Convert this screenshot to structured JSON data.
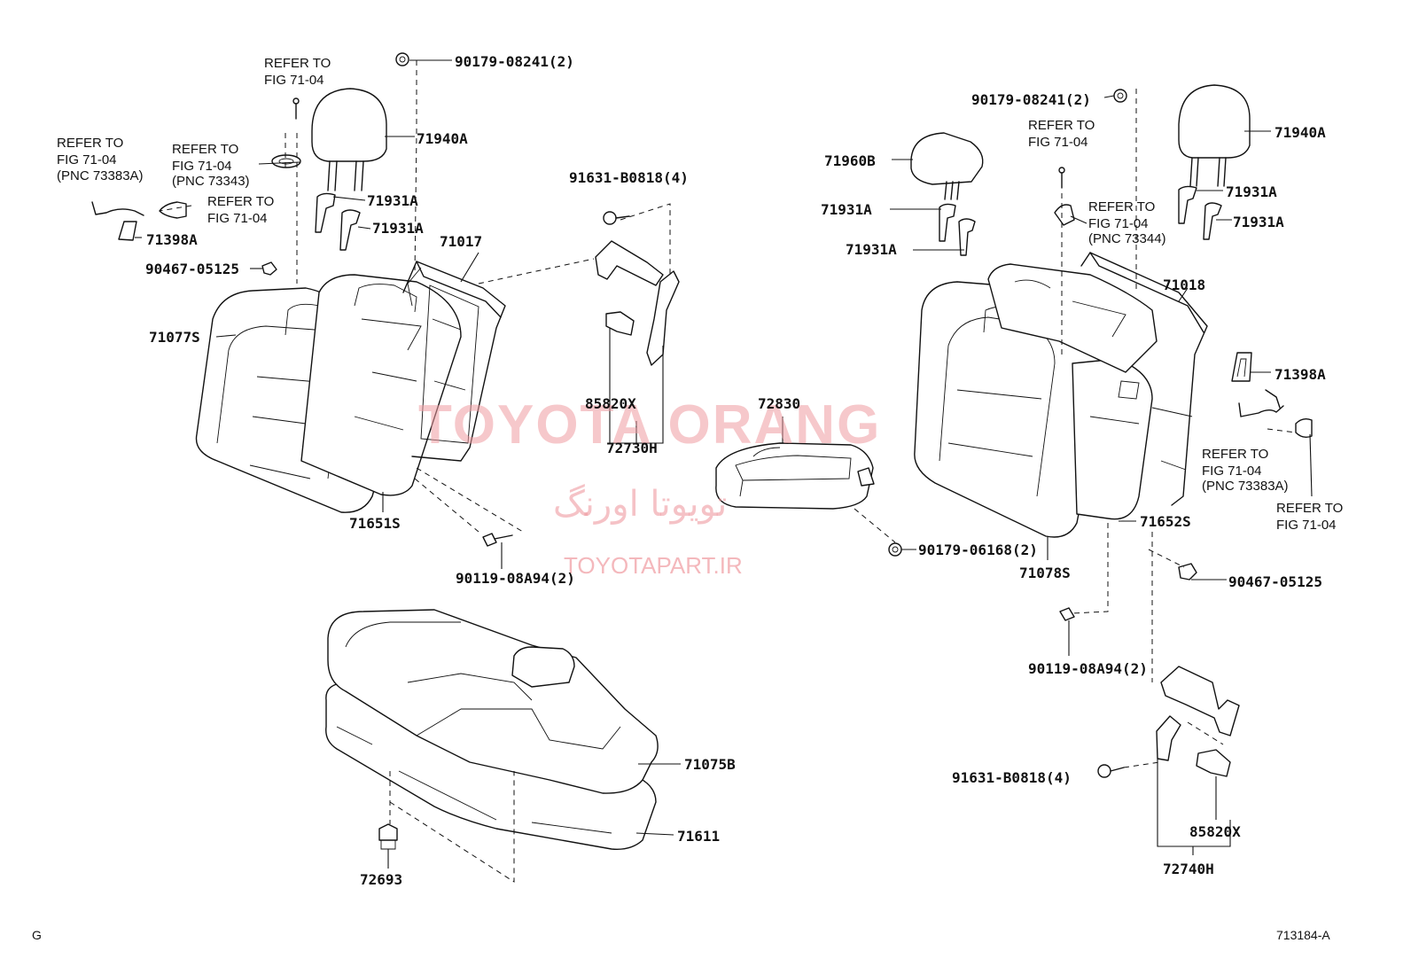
{
  "labels": {
    "c_90179_08241_l": "90179-08241(2)",
    "c_90179_08241_r": "90179-08241(2)",
    "c_71940a_l": "71940A",
    "c_71940a_r": "71940A",
    "c_71931a_1": "71931A",
    "c_71931a_2": "71931A",
    "c_71931a_3": "71931A",
    "c_71931a_4": "71931A",
    "c_71931a_5": "71931A",
    "c_71931a_6": "71931A",
    "c_71398a_l": "71398A",
    "c_71398a_r": "71398A",
    "c_90467_05125_l": "90467-05125",
    "c_90467_05125_r": "90467-05125",
    "c_71017": "71017",
    "c_71018": "71018",
    "c_71077s": "71077S",
    "c_71651s": "71651S",
    "c_91631_b0818_l": "91631-B0818(4)",
    "c_91631_b0818_r": "91631-B0818(4)",
    "c_85820x_l": "85820X",
    "c_85820x_r": "85820X",
    "c_72730h": "72730H",
    "c_72740h": "72740H",
    "c_90119_08a94_l": "90119-08A94(2)",
    "c_90119_08a94_r": "90119-08A94(2)",
    "c_72830": "72830",
    "c_90179_06168": "90179-06168(2)",
    "c_71960b": "71960B",
    "c_71652s": "71652S",
    "c_71078s": "71078S",
    "c_71075b": "71075B",
    "c_71611": "71611",
    "c_72693": "72693"
  },
  "refs": {
    "r1": [
      "REFER TO",
      "FIG 71-04"
    ],
    "r2": [
      "REFER TO",
      "FIG 71-04",
      "(PNC 73383A)"
    ],
    "r3": [
      "REFER TO",
      "FIG 71-04",
      "(PNC 73343)"
    ],
    "r4": [
      "REFER TO",
      "FIG 71-04"
    ],
    "r5": [
      "REFER TO",
      "FIG 71-04"
    ],
    "r6": [
      "REFER TO",
      "FIG 71-04",
      "(PNC 73344)"
    ],
    "r7": [
      "REFER TO",
      "FIG 71-04",
      "(PNC 73383A)"
    ],
    "r8": [
      "REFER TO",
      "FIG 71-04"
    ]
  },
  "watermark": {
    "brand": "TOYOTA ORANG",
    "persian": "تویوتا اورنگ",
    "site": "TOYOTAPART.IR"
  },
  "corner": {
    "left": "G",
    "right": "713184-A"
  }
}
